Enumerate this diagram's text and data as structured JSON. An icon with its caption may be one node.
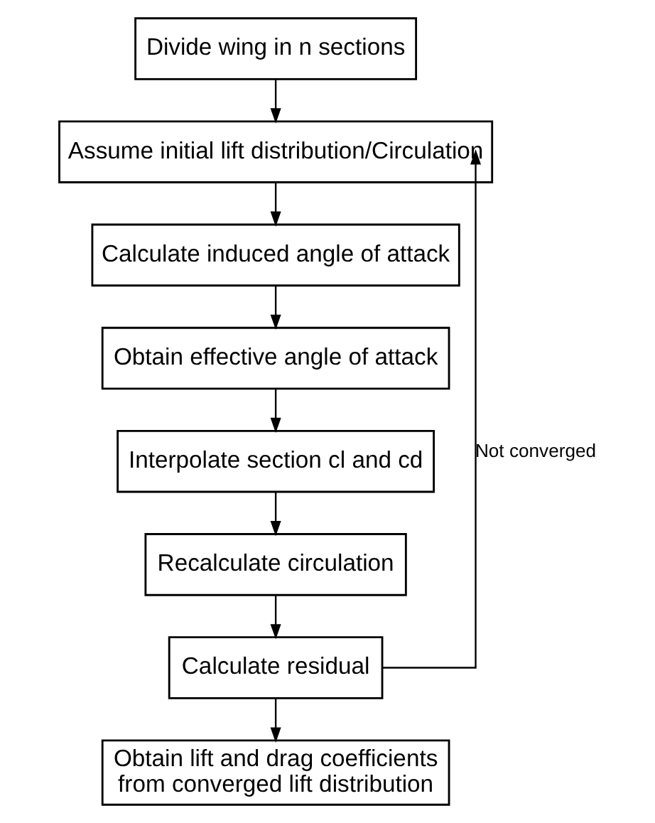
{
  "diagram": {
    "nodes": [
      {
        "text": [
          "Divide wing in n sections"
        ]
      },
      {
        "text": [
          "Assume initial lift distribution/Circulation"
        ]
      },
      {
        "text": [
          "Calculate induced angle of attack"
        ]
      },
      {
        "text": [
          "Obtain effective angle of attack"
        ]
      },
      {
        "text": [
          "Interpolate section cl and cd"
        ]
      },
      {
        "text": [
          "Recalculate circulation"
        ]
      },
      {
        "text": [
          "Calculate residual"
        ]
      },
      {
        "text": [
          "Obtain lift and drag coefficients from converged lift distribution"
        ]
      }
    ],
    "edges": [
      {
        "from": 0,
        "to": 1,
        "arrow": "to"
      },
      {
        "from": 1,
        "to": 2,
        "arrow": "to"
      },
      {
        "from": 2,
        "to": 3,
        "arrow": "to"
      },
      {
        "from": 3,
        "to": 4,
        "arrow": "to"
      },
      {
        "from": 4,
        "to": 5,
        "arrow": "to"
      },
      {
        "from": 5,
        "to": 6,
        "arrow": "to"
      },
      {
        "from": 6,
        "to": 1,
        "arrow": "to",
        "label": "Not converged"
      },
      {
        "from": 6,
        "to": 7,
        "arrow": "to"
      }
    ]
  }
}
